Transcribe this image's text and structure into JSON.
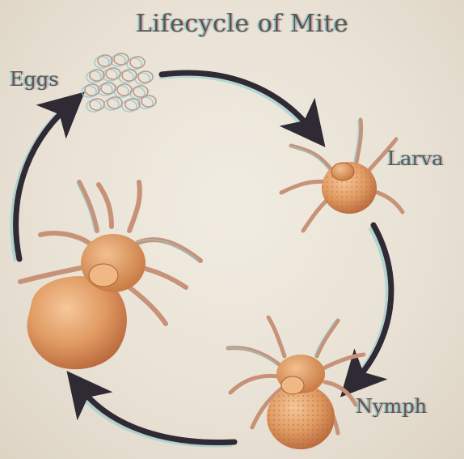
{
  "title": "Lifecycle of Mite",
  "stages": {
    "egg": "Eggs",
    "larva": "Larva",
    "nymph": "Nymph",
    "adult": ""
  }
}
